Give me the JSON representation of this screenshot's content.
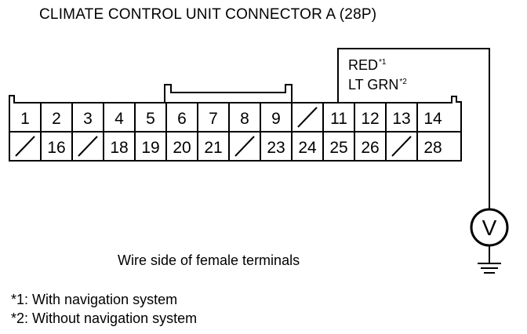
{
  "title": "CLIMATE CONTROL UNIT CONNECTOR A (28P)",
  "wire_color": {
    "line1": "RED",
    "line1_mark": "*1",
    "line2": "LT GRN",
    "line2_mark": "*2"
  },
  "connector": {
    "top_row": [
      "1",
      "2",
      "3",
      "4",
      "5",
      "6",
      "7",
      "8",
      "9",
      "",
      "11",
      "12",
      "13",
      "14"
    ],
    "bottom_row": [
      "",
      "16",
      "",
      "18",
      "19",
      "20",
      "21",
      "",
      "23",
      "24",
      "25",
      "26",
      "",
      "28"
    ],
    "probe_terminal": "11"
  },
  "meter_symbol": "V",
  "caption": "Wire side of female terminals",
  "notes": [
    "*1: With navigation system",
    "*2: Without navigation system"
  ],
  "colors": {
    "line": "#000000",
    "background": "#ffffff"
  }
}
